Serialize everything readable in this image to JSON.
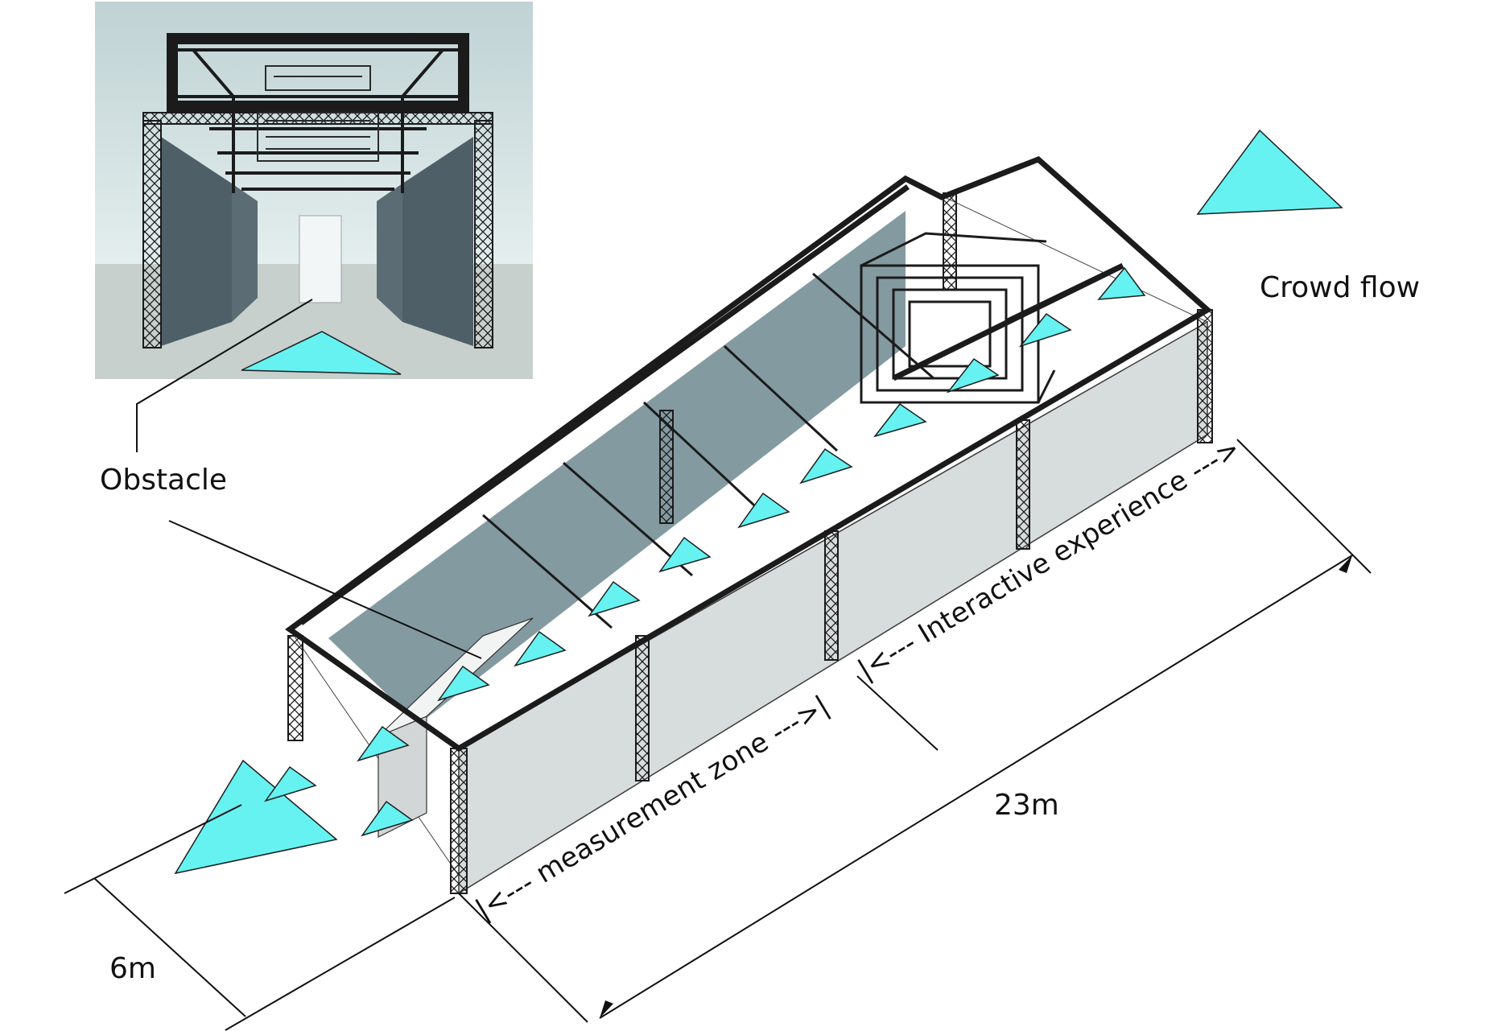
{
  "labels": {
    "obstacle": "Obstacle",
    "crowd_flow": "Crowd flow",
    "measurement_zone": "|<--- measurement zone --->|",
    "interactive_experience": "|<--- Interactive experience --->",
    "length": "23m",
    "width": "6m"
  },
  "colors": {
    "flow_arrow": "#66f2f1",
    "wall_dark": "#6f8891",
    "wall_light": "#d7dcdc",
    "floor": "#ffffff",
    "inset_sky": "#d0dede",
    "inset_ground": "#c4cfcb"
  },
  "icons": {
    "flow_marker": "triangle"
  }
}
